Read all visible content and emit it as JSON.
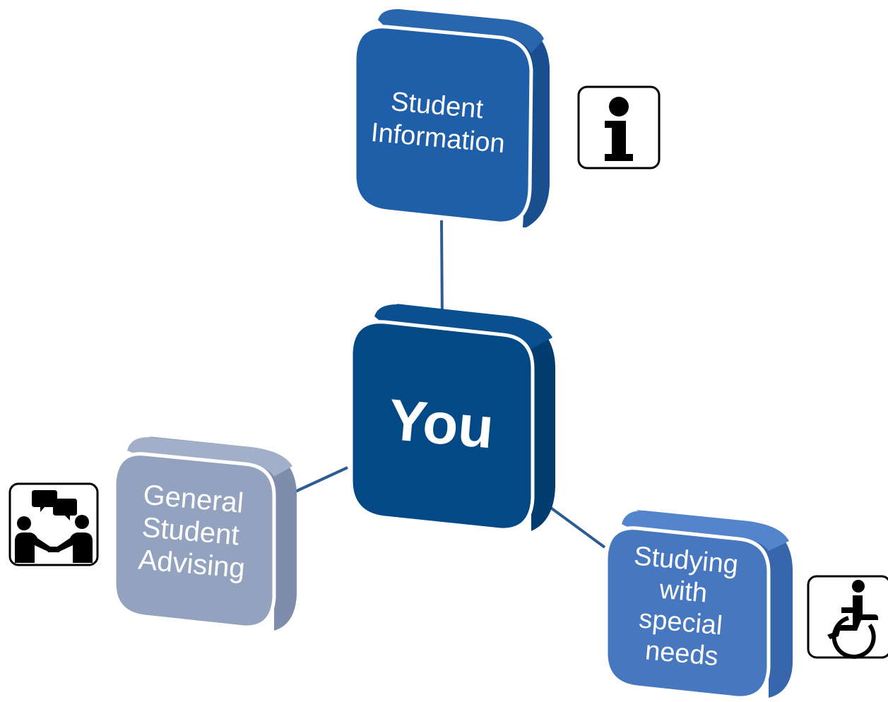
{
  "diagram": {
    "center": {
      "label": "You",
      "color": "#034986"
    },
    "nodes": [
      {
        "id": "student-information",
        "lines": [
          "Student",
          "Information"
        ],
        "color": "#1f5ea8",
        "icon": "information-icon"
      },
      {
        "id": "general-student-advising",
        "lines": [
          "General",
          "Student",
          "Advising"
        ],
        "color": "#93a3bf",
        "icon": "conversation-icon"
      },
      {
        "id": "studying-with-special-needs",
        "lines": [
          "Studying",
          "with",
          "special",
          "needs"
        ],
        "color": "#4677bf",
        "icon": "wheelchair-icon"
      }
    ],
    "connector_color": "#2d5c95"
  }
}
